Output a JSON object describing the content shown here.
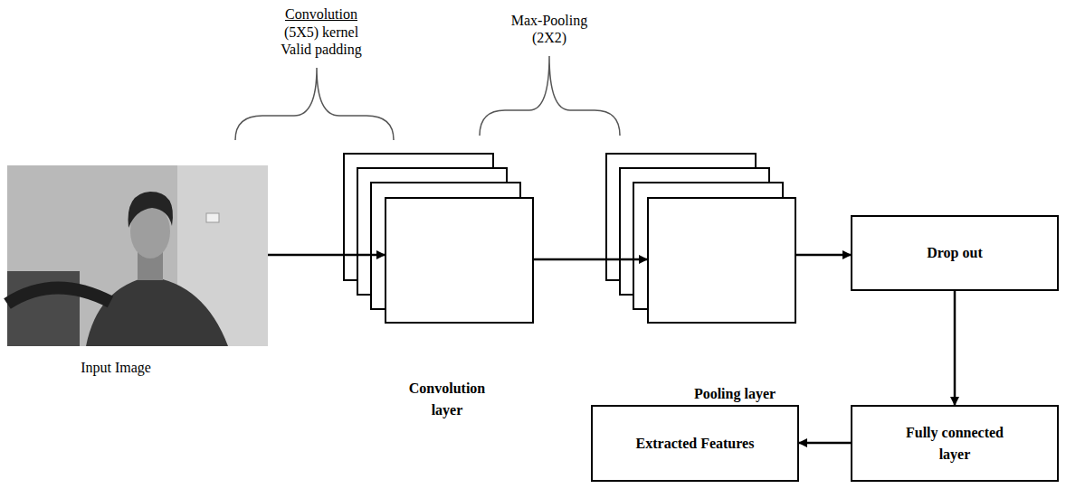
{
  "diagram": {
    "nodes": [
      {
        "text": [
          "Input Image"
        ]
      },
      {
        "text": [
          "Convolution layer"
        ]
      },
      {
        "text": [
          "Pooling layer"
        ]
      },
      {
        "text": [
          "Drop out"
        ]
      },
      {
        "text": [
          "Fully connected layer"
        ]
      },
      {
        "text": [
          "Extracted Features"
        ]
      }
    ],
    "edges": [
      {
        "from": 0,
        "to": 1,
        "arrow": "to"
      },
      {
        "from": 1,
        "to": 2,
        "arrow": "to"
      },
      {
        "from": 2,
        "to": 3,
        "arrow": "to"
      },
      {
        "from": 3,
        "to": 4,
        "arrow": "to"
      },
      {
        "from": 4,
        "to": 5,
        "arrow": "to"
      }
    ],
    "labels": [
      "Convolution",
      "(5X5) kernel",
      "Valid padding",
      "Max-Pooling",
      "(2X2)"
    ]
  }
}
